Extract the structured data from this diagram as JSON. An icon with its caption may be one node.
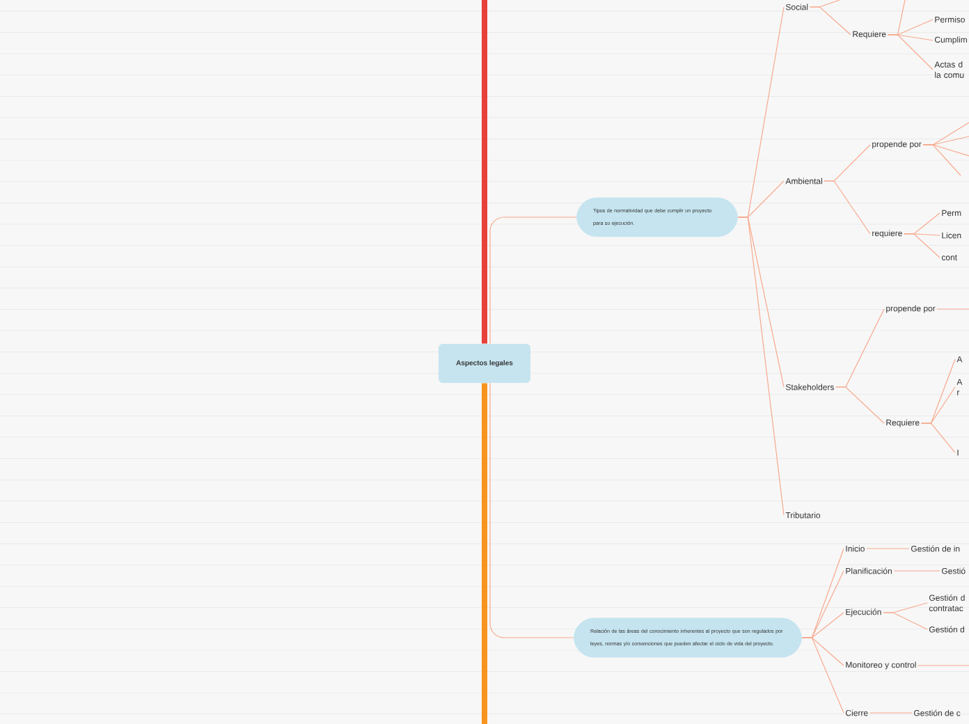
{
  "diagram": {
    "nodes": [
      {
        "text": [
          "Aspectos legales"
        ]
      },
      {
        "text": [
          "Tipos de normatividad que debe cumplir un proyecto para su ejecución."
        ]
      },
      {
        "text": [
          "Relación de las áreas del conocimiento inherentes al proyecto que son regulados por leyes, normas y/o convenciones que pueden afectar el ciclo de vida del proyecto."
        ]
      },
      {
        "text": [
          "Social"
        ]
      },
      {
        "text": [
          "Requiere"
        ]
      },
      {
        "text": [
          "Permiso"
        ]
      },
      {
        "text": [
          "Cumplim"
        ]
      },
      {
        "text": [
          "Actas d la comu"
        ]
      },
      {
        "text": [
          "Ambiental"
        ]
      },
      {
        "text": [
          "propende por"
        ]
      },
      {
        "text": [
          "requiere"
        ]
      },
      {
        "text": [
          "Perm"
        ]
      },
      {
        "text": [
          "Licen"
        ]
      },
      {
        "text": [
          "cont"
        ]
      },
      {
        "text": [
          "Stakeholders"
        ]
      },
      {
        "text": [
          "propende por"
        ]
      },
      {
        "text": [
          "Requiere"
        ]
      },
      {
        "text": [
          "A"
        ]
      },
      {
        "text": [
          "A r"
        ]
      },
      {
        "text": [
          "I"
        ]
      },
      {
        "text": [
          "Tributario"
        ]
      },
      {
        "text": [
          "Inicio"
        ]
      },
      {
        "text": [
          "Gestión de in"
        ]
      },
      {
        "text": [
          "Planificación"
        ]
      },
      {
        "text": [
          "Gestió"
        ]
      },
      {
        "text": [
          "Ejecución"
        ]
      },
      {
        "text": [
          "Gestión d contratac"
        ]
      },
      {
        "text": [
          "Gestión d"
        ]
      },
      {
        "text": [
          "Monitoreo y control"
        ]
      },
      {
        "text": [
          "Cierre"
        ]
      },
      {
        "text": [
          "Gestión de c"
        ]
      }
    ],
    "edges": [
      {
        "from": 0,
        "to": null,
        "arrow": "none",
        "style": "thick",
        "color": "#e8403a"
      },
      {
        "from": 0,
        "to": null,
        "arrow": "none",
        "style": "thick",
        "color": "#f7941d"
      },
      {
        "from": 0,
        "to": 1,
        "arrow": "none"
      },
      {
        "from": 0,
        "to": 2,
        "arrow": "none"
      },
      {
        "from": 1,
        "to": 3,
        "arrow": "none"
      },
      {
        "from": 1,
        "to": 8,
        "arrow": "none"
      },
      {
        "from": 1,
        "to": 14,
        "arrow": "none"
      },
      {
        "from": 1,
        "to": 20,
        "arrow": "none"
      },
      {
        "from": 3,
        "to": null,
        "arrow": "none"
      },
      {
        "from": 3,
        "to": 4,
        "arrow": "none"
      },
      {
        "from": 4,
        "to": null,
        "arrow": "none"
      },
      {
        "from": 4,
        "to": 5,
        "arrow": "none"
      },
      {
        "from": 4,
        "to": 6,
        "arrow": "none"
      },
      {
        "from": 4,
        "to": 7,
        "arrow": "none"
      },
      {
        "from": 8,
        "to": 9,
        "arrow": "none"
      },
      {
        "from": 8,
        "to": 10,
        "arrow": "none"
      },
      {
        "from": 9,
        "to": null,
        "arrow": "none"
      },
      {
        "from": 9,
        "to": null,
        "arrow": "none"
      },
      {
        "from": 9,
        "to": null,
        "arrow": "none"
      },
      {
        "from": 9,
        "to": null,
        "arrow": "none"
      },
      {
        "from": 10,
        "to": 11,
        "arrow": "none"
      },
      {
        "from": 10,
        "to": 12,
        "arrow": "none"
      },
      {
        "from": 10,
        "to": 13,
        "arrow": "none"
      },
      {
        "from": 14,
        "to": 15,
        "arrow": "none"
      },
      {
        "from": 14,
        "to": 16,
        "arrow": "none"
      },
      {
        "from": 15,
        "to": null,
        "arrow": "none"
      },
      {
        "from": 16,
        "to": 17,
        "arrow": "none"
      },
      {
        "from": 16,
        "to": 18,
        "arrow": "none"
      },
      {
        "from": 16,
        "to": 19,
        "arrow": "none"
      },
      {
        "from": 2,
        "to": 21,
        "arrow": "none"
      },
      {
        "from": 2,
        "to": 23,
        "arrow": "none"
      },
      {
        "from": 2,
        "to": 25,
        "arrow": "none"
      },
      {
        "from": 2,
        "to": 28,
        "arrow": "none"
      },
      {
        "from": 2,
        "to": 29,
        "arrow": "none"
      },
      {
        "from": 21,
        "to": 22,
        "arrow": "none"
      },
      {
        "from": 23,
        "to": 24,
        "arrow": "none"
      },
      {
        "from": 25,
        "to": 26,
        "arrow": "none"
      },
      {
        "from": 25,
        "to": 27,
        "arrow": "none"
      },
      {
        "from": 28,
        "to": null,
        "arrow": "none"
      },
      {
        "from": 29,
        "to": 30,
        "arrow": "none"
      }
    ]
  }
}
